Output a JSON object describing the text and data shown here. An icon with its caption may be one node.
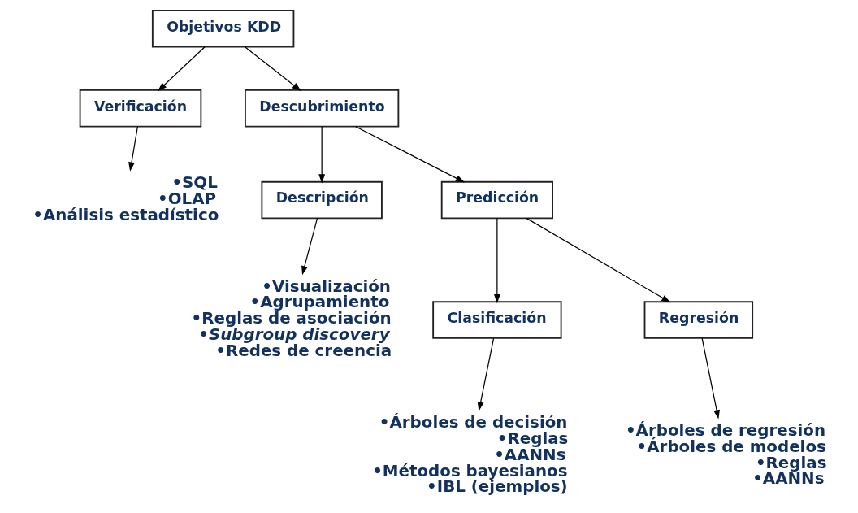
{
  "diagram": {
    "nodes": [
      {
        "text": [
          "Objetivos KDD"
        ]
      },
      {
        "text": [
          "Verificación"
        ]
      },
      {
        "text": [
          "Descubrimiento"
        ]
      },
      {
        "text": [
          "•SQL",
          "•OLAP",
          "•Análisis estadístico"
        ]
      },
      {
        "text": [
          "Descripción"
        ]
      },
      {
        "text": [
          "Predicción"
        ]
      },
      {
        "text": [
          "•Visualización",
          "•Agrupamiento",
          "•Reglas de asociación",
          "•Subgroup discovery",
          "•Redes de creencia"
        ]
      },
      {
        "text": [
          "Clasificación"
        ]
      },
      {
        "text": [
          "Regresión"
        ]
      },
      {
        "text": [
          "•Árboles de decisión",
          "•Reglas",
          "•AANNs",
          "•Métodos bayesianos",
          "•IBL (ejemplos)"
        ]
      },
      {
        "text": [
          "•Árboles de regresión",
          "•Árboles de modelos",
          "•Reglas",
          "•AANNs"
        ]
      }
    ],
    "edges": [
      {
        "from": 0,
        "to": 1,
        "arrow": "to"
      },
      {
        "from": 0,
        "to": 2,
        "arrow": "to"
      },
      {
        "from": 1,
        "to": 3,
        "arrow": "to"
      },
      {
        "from": 2,
        "to": 4,
        "arrow": "to"
      },
      {
        "from": 2,
        "to": 5,
        "arrow": "to"
      },
      {
        "from": 4,
        "to": 6,
        "arrow": "to"
      },
      {
        "from": 5,
        "to": 7,
        "arrow": "to"
      },
      {
        "from": 5,
        "to": 8,
        "arrow": "to"
      },
      {
        "from": 7,
        "to": 9,
        "arrow": "to"
      },
      {
        "from": 8,
        "to": 10,
        "arrow": "to"
      }
    ]
  }
}
